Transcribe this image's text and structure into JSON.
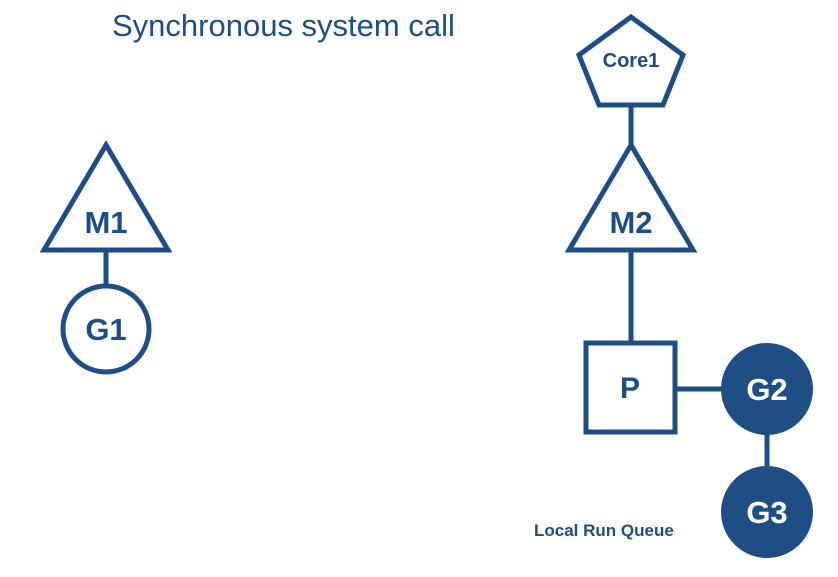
{
  "title": "Synchronous system call",
  "colors": {
    "primary": "#1f4e85",
    "background": "#ffffff",
    "filled_text": "#ffffff"
  },
  "nodes": {
    "m1": {
      "label": "M1",
      "shape": "triangle"
    },
    "g1": {
      "label": "G1",
      "shape": "circle"
    },
    "core1": {
      "label": "Core1",
      "shape": "pentagon"
    },
    "m2": {
      "label": "M2",
      "shape": "triangle"
    },
    "p": {
      "label": "P",
      "shape": "square"
    },
    "g2": {
      "label": "G2",
      "shape": "filled-circle"
    },
    "g3": {
      "label": "G3",
      "shape": "filled-circle"
    }
  },
  "edges": [
    {
      "from": "m1",
      "to": "g1"
    },
    {
      "from": "core1",
      "to": "m2"
    },
    {
      "from": "m2",
      "to": "p"
    },
    {
      "from": "p",
      "to": "g2"
    },
    {
      "from": "g2",
      "to": "g3"
    }
  ],
  "queue_label": "Local Run Queue"
}
